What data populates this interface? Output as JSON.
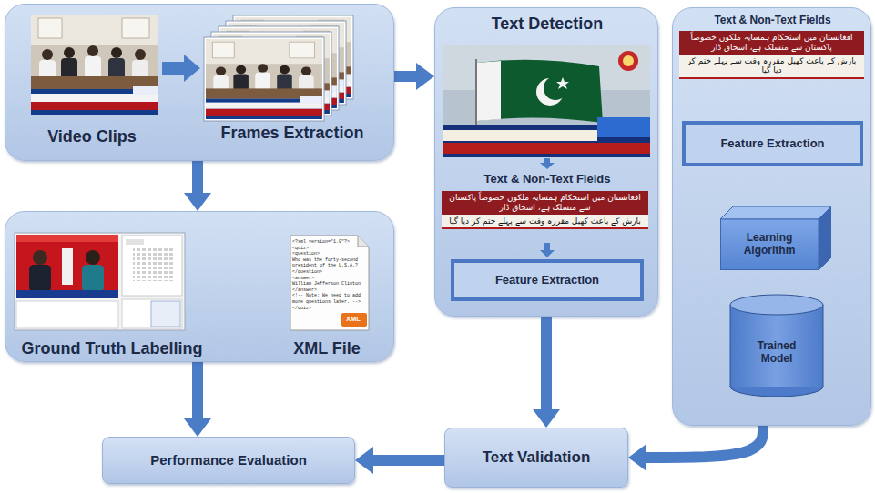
{
  "diagram": {
    "nodes": [
      {
        "text": [
          "Video Clips",
          "Frames Extraction"
        ]
      },
      {
        "text": [
          "Text Detection",
          "Text & Non-Text Fields"
        ]
      },
      {
        "text": [
          "Feature Extraction"
        ],
        "in": 1
      },
      {
        "text": [
          "Text & Non-Text Fields"
        ]
      },
      {
        "text": [
          "Feature Extraction"
        ],
        "in": 3
      },
      {
        "text": [
          "Learning Algorithm"
        ],
        "in": 3
      },
      {
        "text": [
          "Trained Model"
        ],
        "in": 3
      },
      {
        "text": [
          "Ground Truth Labelling",
          "XML File"
        ]
      },
      {
        "text": [
          "Performance Evaluation"
        ]
      },
      {
        "text": [
          "Text Validation"
        ]
      }
    ],
    "edges": [
      {
        "from": 0,
        "to": 1,
        "arrow": "to"
      },
      {
        "from": 0,
        "to": 7,
        "arrow": "to"
      },
      {
        "from": 1,
        "to": 9,
        "arrow": "to"
      },
      {
        "from": 3,
        "to": 9,
        "arrow": "to"
      },
      {
        "from": 7,
        "to": 8,
        "arrow": "to"
      },
      {
        "from": 9,
        "to": 8,
        "arrow": "to"
      }
    ],
    "labels": [
      "افغانستان میں استحکام ہمسایہ ملکوں خصوصاً پاکستان سے منسلک ہے، اسحاق ڈار",
      "بارش کے باعث کھیل مقررہ وقت سے پہلے ختم کر دیا گیا",
      "افغانستان میں استحکام ہمسایہ ملکوں خصوصاً پاکستان سے منسلک ہے، اسحاق ڈار",
      "بارش کے باعث کھیل مقررہ وقت سے پہلے ختم کر دیا گیا",
      "<?xml version=\"1.0\"?>",
      "<quiz>",
      "<question>",
      "Who was the forty-second",
      "president of the U.S.A.?",
      "</question>",
      "<answer>",
      "William Jefferson Clinton",
      "</answer>",
      "<!-- Note: We need to add",
      "more questions later. -->",
      "</quiz>",
      "XML"
    ]
  }
}
